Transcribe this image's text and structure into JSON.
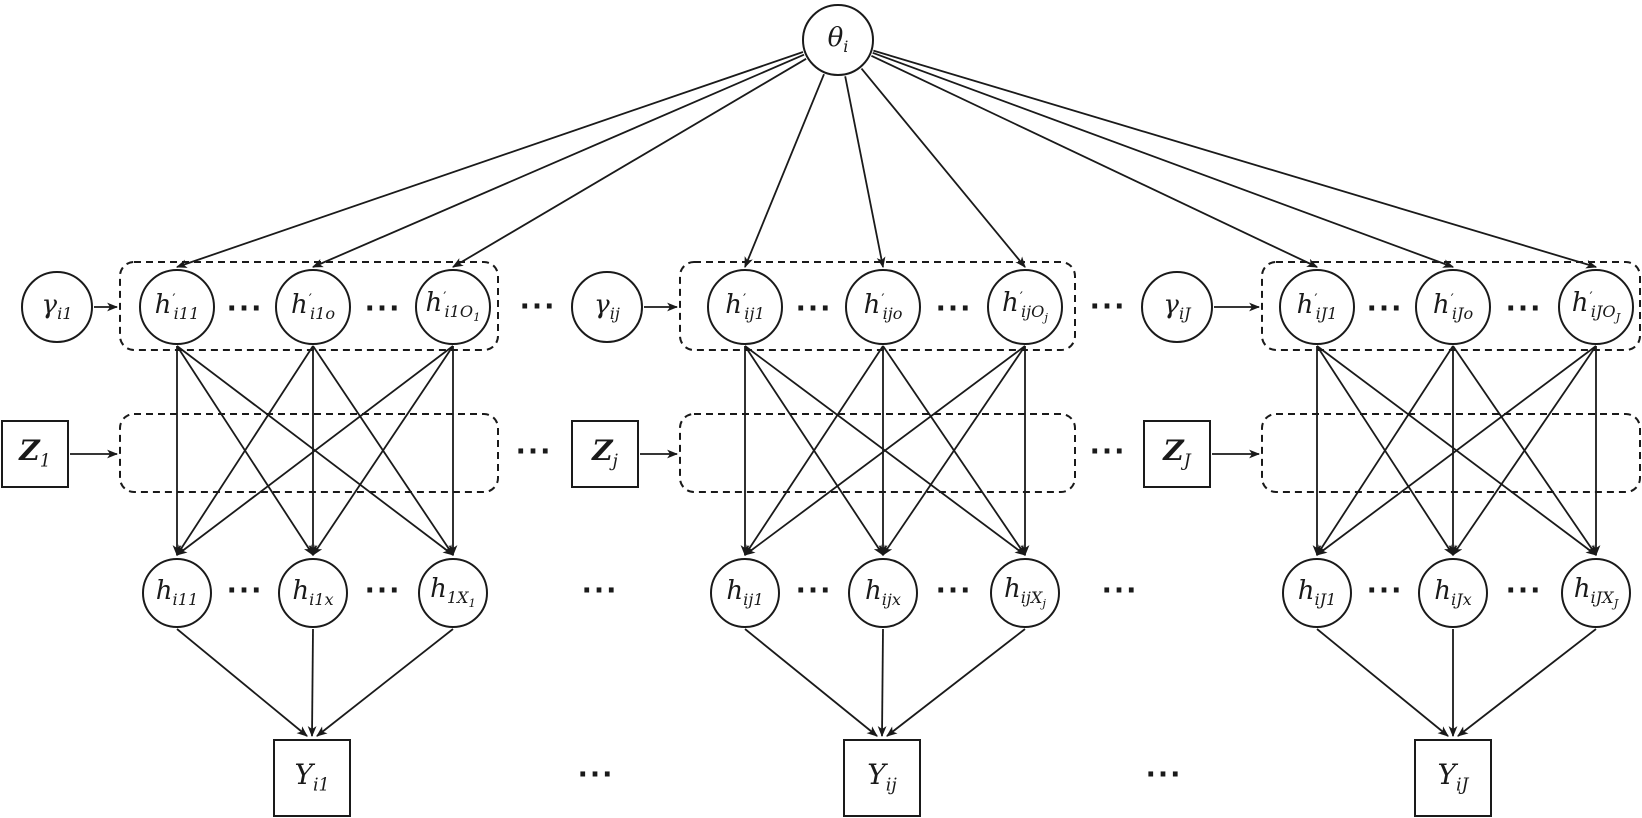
{
  "ellipsis": "···",
  "colors": {
    "line": "#1a1a1a",
    "node_fill": "#ffffff"
  },
  "nodes": {
    "theta": {
      "base": "θ",
      "sub": "i"
    },
    "gamma_1": {
      "base": "γ",
      "sub": "i1"
    },
    "gamma_j": {
      "base": "γ",
      "sub": "ij"
    },
    "gamma_J": {
      "base": "γ",
      "sub": "iJ"
    },
    "hp_11": {
      "base": "h",
      "prime": "′",
      "sub": "i11"
    },
    "hp_1o": {
      "base": "h",
      "prime": "′",
      "sub": "i1o"
    },
    "hp_1O": {
      "base": "h",
      "prime": "′",
      "sub": "i1O",
      "subsub": "1"
    },
    "hp_j1": {
      "base": "h",
      "prime": "′",
      "sub": "ij1"
    },
    "hp_jo": {
      "base": "h",
      "prime": "′",
      "sub": "ijo"
    },
    "hp_jO": {
      "base": "h",
      "prime": "′",
      "sub": "ijO",
      "subsub": "j"
    },
    "hp_J1": {
      "base": "h",
      "prime": "′",
      "sub": "iJ1"
    },
    "hp_Jo": {
      "base": "h",
      "prime": "′",
      "sub": "iJo"
    },
    "hp_JO": {
      "base": "h",
      "prime": "′",
      "sub": "iJO",
      "subsub": "J"
    },
    "z_1": {
      "base": "Z",
      "sub": "1"
    },
    "z_j": {
      "base": "Z",
      "sub": "j"
    },
    "z_J": {
      "base": "Z",
      "sub": "J"
    },
    "h_11": {
      "base": "h",
      "sub": "i11"
    },
    "h_1x": {
      "base": "h",
      "sub": "i1x"
    },
    "h_1X": {
      "base": "h",
      "sub": "1X",
      "subsub": "1"
    },
    "h_j1": {
      "base": "h",
      "sub": "ij1"
    },
    "h_jx": {
      "base": "h",
      "sub": "ijx"
    },
    "h_jX": {
      "base": "h",
      "sub": "ijX",
      "subsub": "j"
    },
    "h_J1": {
      "base": "h",
      "sub": "iJ1"
    },
    "h_Jx": {
      "base": "h",
      "sub": "iJx"
    },
    "h_JX": {
      "base": "h",
      "sub": "iJX",
      "subsub": "J"
    },
    "y_1": {
      "base": "Y",
      "sub": "i1"
    },
    "y_j": {
      "base": "Y",
      "sub": "ij"
    },
    "y_J": {
      "base": "Y",
      "sub": "iJ"
    }
  }
}
